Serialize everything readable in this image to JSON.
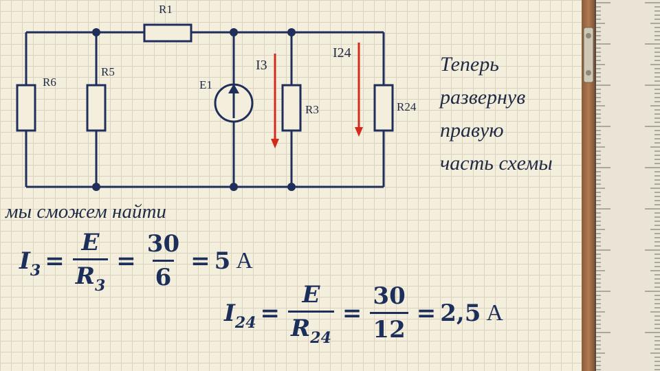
{
  "circuit": {
    "labels": {
      "r1": "R1",
      "r5": "R5",
      "r6": "R6",
      "e1": "E1",
      "r3": "R3",
      "r24": "R24",
      "i3": "I3",
      "i24": "I24"
    }
  },
  "note": {
    "lines": [
      "Теперь",
      "развернув",
      "правую",
      "часть схемы"
    ]
  },
  "caption": "мы сможем найти",
  "eq1": {
    "var": "I",
    "sub": "3",
    "num1": "E",
    "den1_var": "R",
    "den1_sub": "3",
    "num2": "30",
    "den2": "6",
    "result": "5",
    "unit": "А"
  },
  "eq2": {
    "var": "I",
    "sub": "24",
    "num1": "E",
    "den1_var": "R",
    "den1_sub": "24",
    "num2": "30",
    "den2": "12",
    "result": "2,5",
    "unit": "А"
  },
  "colors": {
    "wire": "#1f2e5a",
    "arrow": "#d42a1e",
    "text": "#1c2f5a"
  }
}
